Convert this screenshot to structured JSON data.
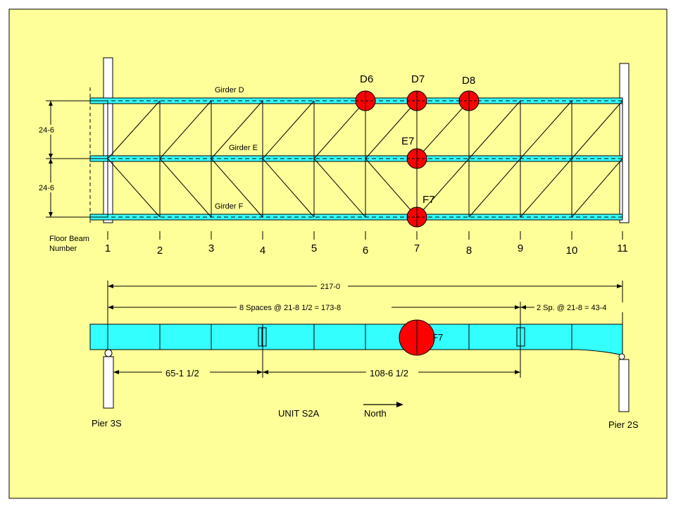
{
  "colors": {
    "background": "#ffff99",
    "girder_fill": "#33ffff",
    "pier_fill": "#ffffff",
    "marker_fill": "#ff0000",
    "line": "#000000"
  },
  "plan": {
    "girders": [
      "Girder D",
      "Girder E",
      "Girder F"
    ],
    "spacing_dims": [
      "24-6",
      "24-6"
    ],
    "floor_beam_caption": [
      "Floor Beam",
      "Number"
    ],
    "floor_beams": [
      "1",
      "2",
      "3",
      "4",
      "5",
      "6",
      "7",
      "8",
      "9",
      "10",
      "11"
    ],
    "markers": [
      {
        "label": "D6",
        "girder": 0,
        "beam": 6
      },
      {
        "label": "D7",
        "girder": 0,
        "beam": 7
      },
      {
        "label": "D8",
        "girder": 0,
        "beam": 8
      },
      {
        "label": "E7",
        "girder": 1,
        "beam": 7
      },
      {
        "label": "F7",
        "girder": 2,
        "beam": 7
      }
    ]
  },
  "elevation": {
    "overall_dim": "217-0",
    "spaces_dim_left": "8 Spaces @ 21-8 1/2 = 173-8",
    "spaces_dim_right": "2 Sp. @ 21-8 = 43-4",
    "lower_dim_left": "65-1 1/2",
    "lower_dim_right": "108-6 1/2",
    "marker_label": "F7",
    "pier_left": "Pier 3S",
    "pier_right": "Pier 2S",
    "unit_label": "UNIT S2A",
    "north_label": "North"
  }
}
